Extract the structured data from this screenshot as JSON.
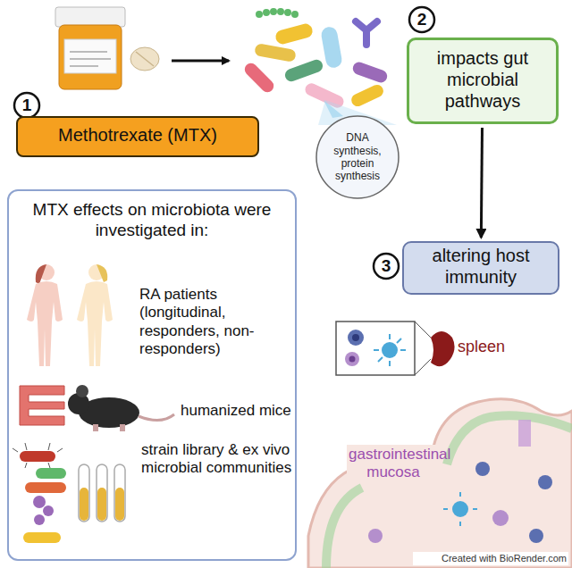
{
  "diagram": {
    "nodes": [
      {
        "text": [
          "Methotrexate (MTX)"
        ]
      },
      {
        "text": [
          "impacts gut microbial pathways"
        ]
      },
      {
        "text": [
          "altering host immunity"
        ]
      },
      {
        "text": [
          "DNA synthesis, protein synthesis"
        ]
      },
      {
        "text": [
          "MTX effects on microbiota were investigated in:",
          "RA patients (longitudinal, responders, non-responders)",
          "humanized mice",
          "strain library & ex vivo microbial communities"
        ]
      }
    ],
    "edges": [
      {
        "from": 1,
        "to": 2,
        "arrow": "to"
      }
    ],
    "labels": [
      "1",
      "2",
      "3",
      "spleen",
      "gastrointestinal mucosa",
      "Created with BioRender.com"
    ]
  }
}
